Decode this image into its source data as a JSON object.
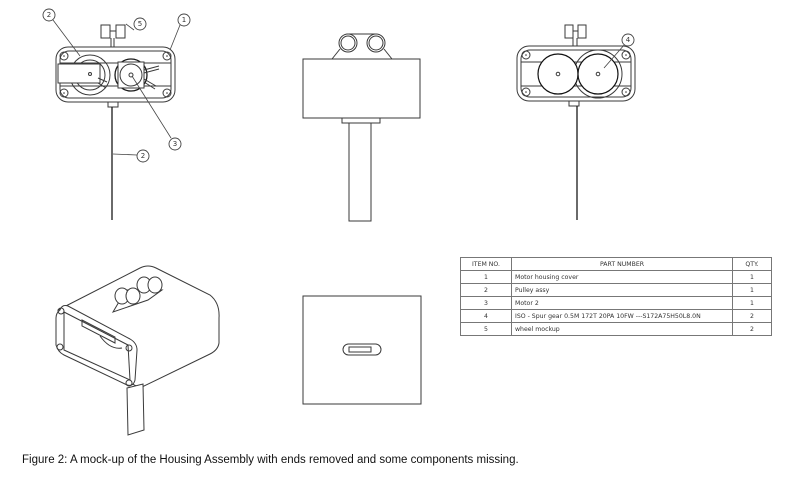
{
  "figure": {
    "caption": "Figure 2: A mock-up of the Housing Assembly with ends removed and some components missing.",
    "views": [
      "front-section-view",
      "side-view",
      "front-view-gears",
      "isometric-view",
      "bottom-view"
    ]
  },
  "balloons": {
    "front_section": [
      {
        "label": "5",
        "ref": "wheel-mockup"
      },
      {
        "label": "2",
        "ref": "pulley-assy"
      },
      {
        "label": "1",
        "ref": "motor-housing-cover"
      },
      {
        "label": "3",
        "ref": "motor-2"
      },
      {
        "label": "2",
        "ref": "pulley-assy-belt"
      }
    ],
    "front_gears": [
      {
        "label": "4",
        "ref": "spur-gear"
      }
    ]
  },
  "bom": {
    "headers": {
      "item": "ITEM NO.",
      "part": "PART NUMBER",
      "qty": "QTY."
    },
    "rows": [
      {
        "item": "1",
        "part": "Motor housing cover",
        "qty": "1"
      },
      {
        "item": "2",
        "part": "Pulley assy",
        "qty": "1"
      },
      {
        "item": "3",
        "part": "Motor 2",
        "qty": "1"
      },
      {
        "item": "4",
        "part": "ISO - Spur gear 0.5M 172T 20PA 10FW ---S172A75H50L8.0N",
        "qty": "2"
      },
      {
        "item": "5",
        "part": "wheel mockup",
        "qty": "2"
      }
    ]
  }
}
